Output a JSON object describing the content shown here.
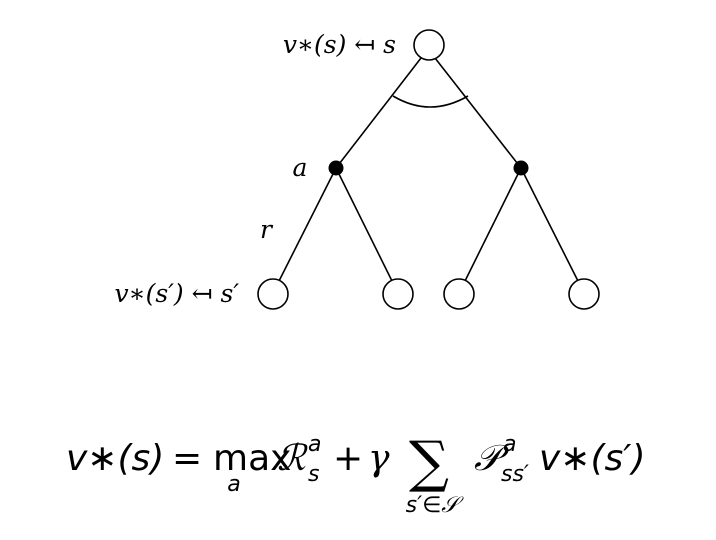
{
  "diagram": {
    "root_label": "v∗(s) ↤ s",
    "action_label": "a",
    "reward_label": "r",
    "leaf_label": "v∗(s′) ↤ s′"
  },
  "equation": {
    "lhs": "v∗(s)",
    "equals": "=",
    "max": "max",
    "max_sub": "a",
    "reward": "ℛ",
    "reward_sup": "a",
    "reward_sub": "s",
    "plus": "+",
    "gamma": "γ",
    "sum": "∑",
    "sum_sub": "s′∈𝒮",
    "prob": "𝒫",
    "prob_sup": "a",
    "prob_sub": "ss′",
    "rhs_value": "v∗(s′)"
  }
}
